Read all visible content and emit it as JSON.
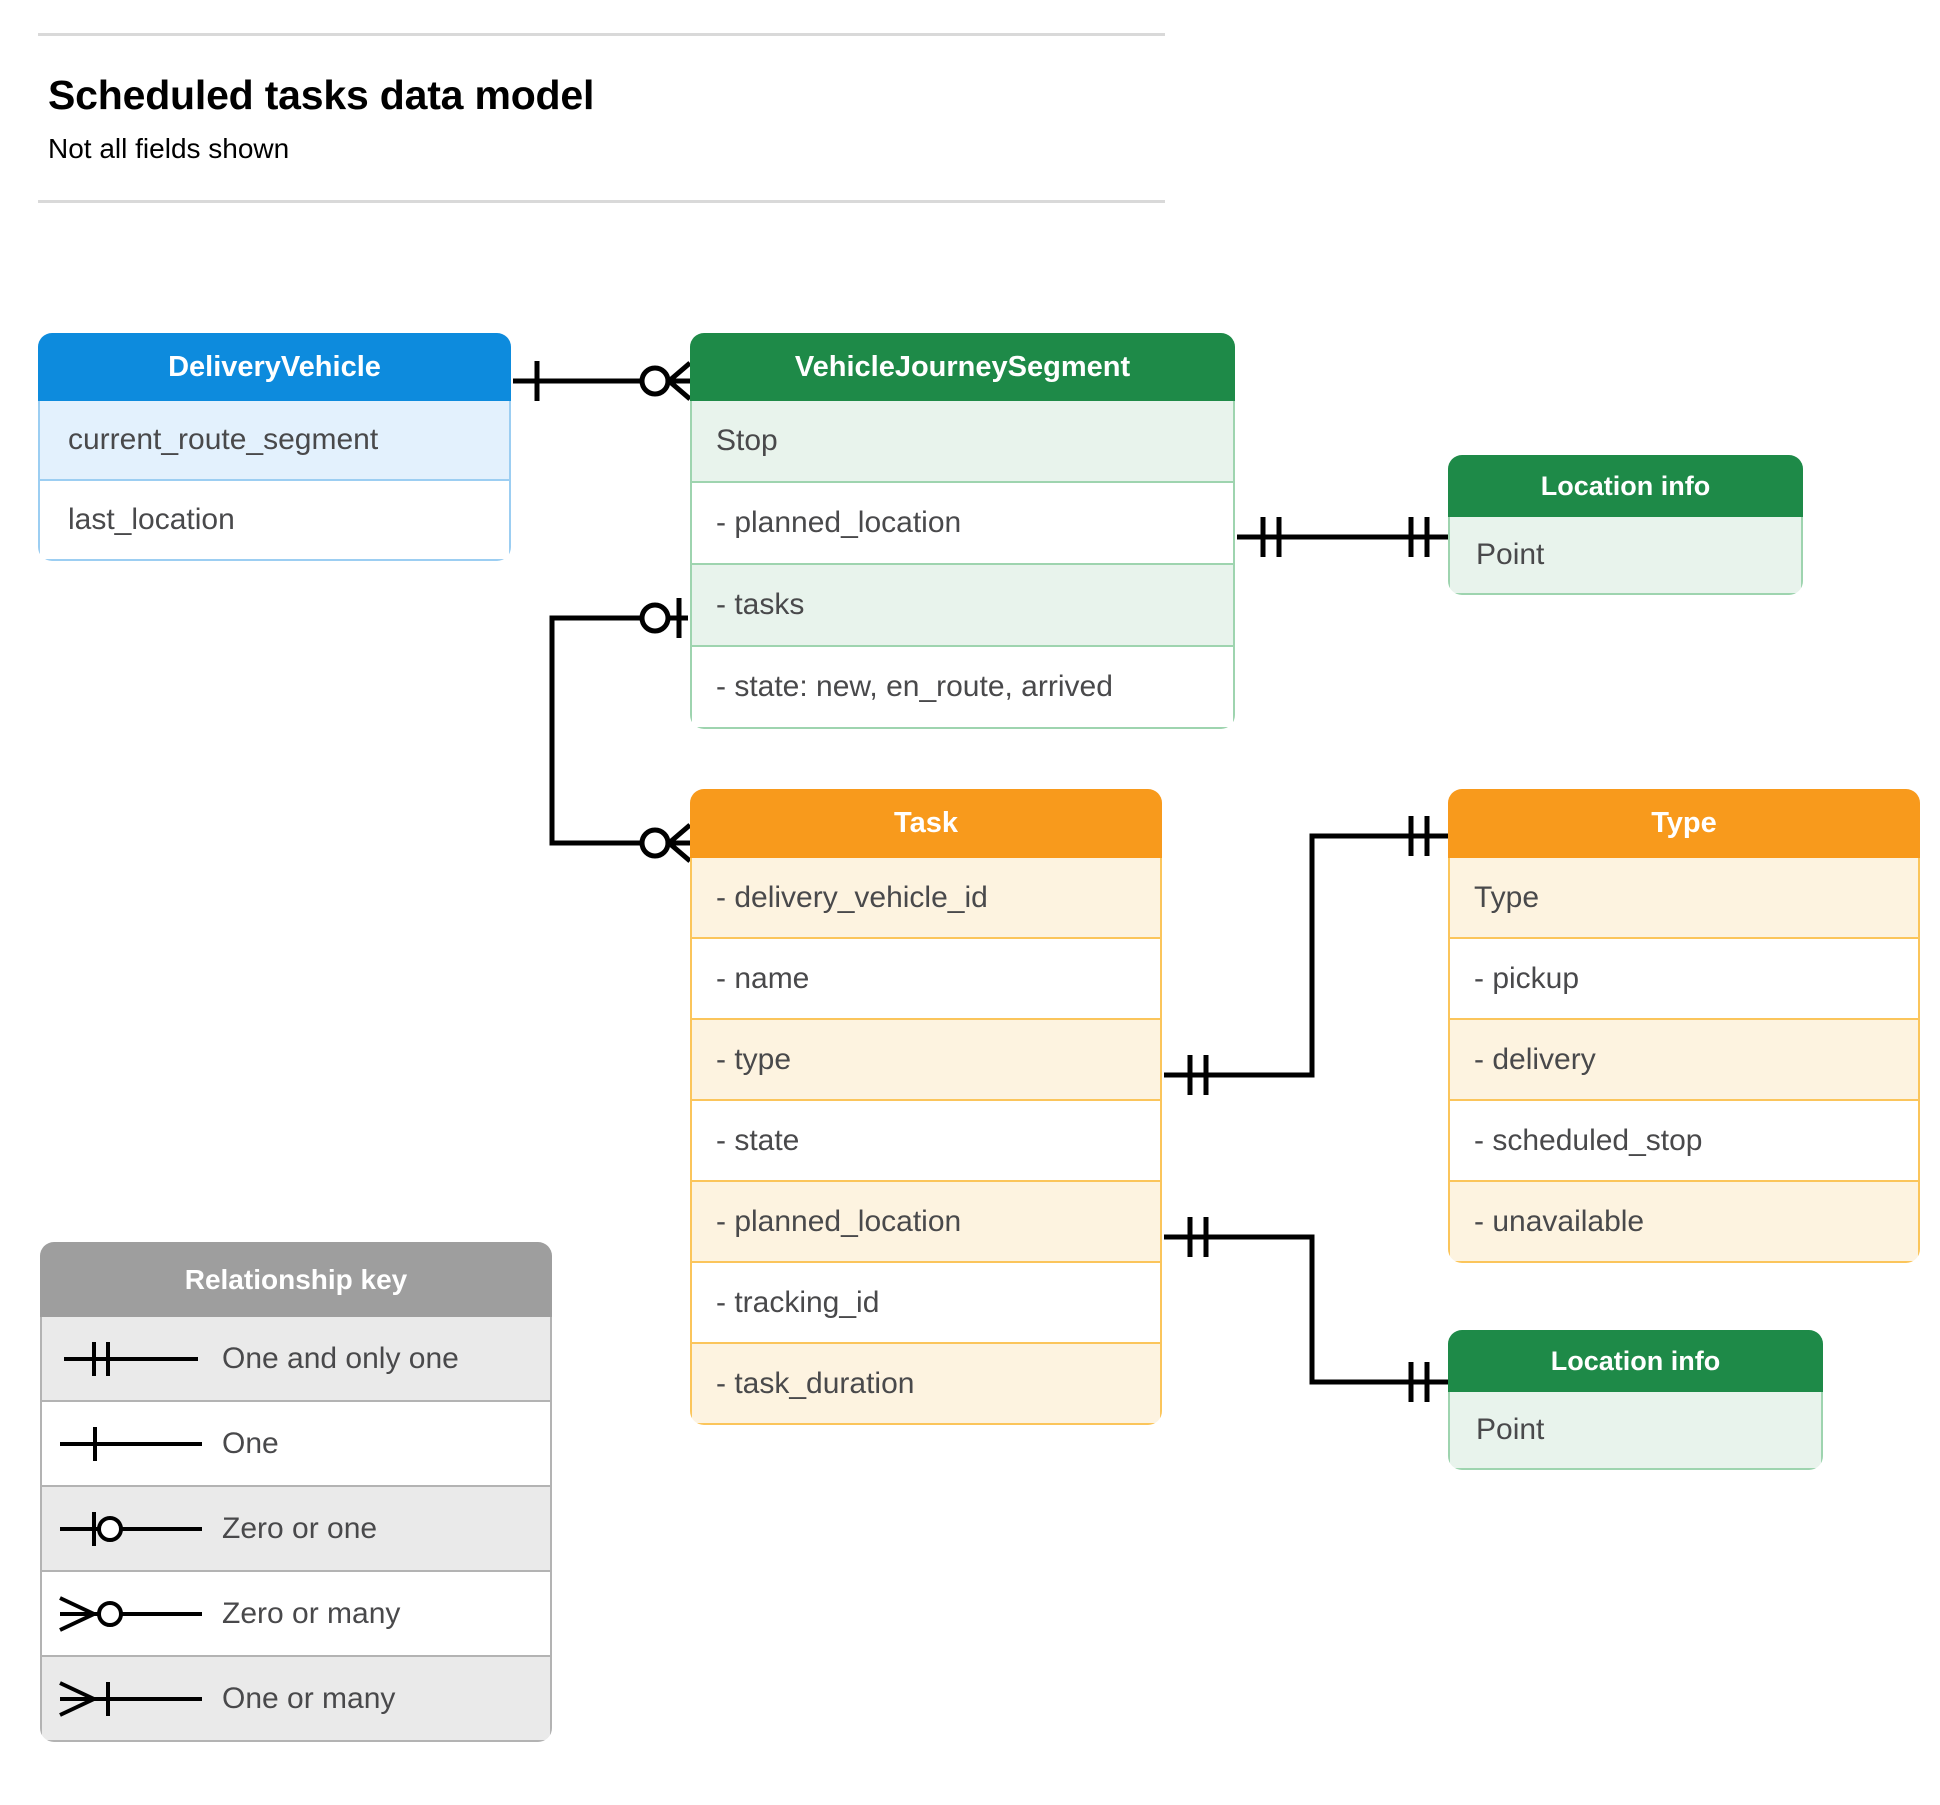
{
  "header": {
    "title": "Scheduled tasks data model",
    "subtitle": "Not all fields shown"
  },
  "colors": {
    "blue_header": "#0d8bdd",
    "blue_row_alt": "#e3f1fd",
    "blue_border": "#9ccef2",
    "green_header": "#1e8a48",
    "green_row_alt": "#e8f3ec",
    "green_border": "#9ed4af",
    "orange_header": "#f89a1c",
    "orange_row_alt": "#fdf3e0",
    "orange_border": "#fbc55b",
    "grey_header": "#9e9e9e",
    "grey_row_alt": "#eaeaea",
    "grey_border": "#b3b3b3",
    "text": "#49494b",
    "line": "#000000"
  },
  "entities": {
    "delivery_vehicle": {
      "title": "DeliveryVehicle",
      "rows": [
        {
          "label": "current_route_segment"
        },
        {
          "label": "last_location"
        }
      ]
    },
    "vehicle_journey_segment": {
      "title": "VehicleJourneySegment",
      "rows": [
        {
          "label": "Stop"
        },
        {
          "label": "-  planned_location"
        },
        {
          "label": "- tasks"
        },
        {
          "label": "- state: new, en_route, arrived"
        }
      ]
    },
    "location_info_top": {
      "title": "Location info",
      "rows": [
        {
          "label": "Point"
        }
      ]
    },
    "task": {
      "title": "Task",
      "rows": [
        {
          "label": "- delivery_vehicle_id"
        },
        {
          "label": "- name"
        },
        {
          "label": "- type"
        },
        {
          "label": "- state"
        },
        {
          "label": "- planned_location"
        },
        {
          "label": "- tracking_id"
        },
        {
          "label": "- task_duration"
        }
      ]
    },
    "type": {
      "title": "Type",
      "rows": [
        {
          "label": "Type"
        },
        {
          "label": "-   pickup"
        },
        {
          "label": "-   delivery"
        },
        {
          "label": "-   scheduled_stop"
        },
        {
          "label": "-   unavailable"
        }
      ]
    },
    "location_info_bottom": {
      "title": "Location info",
      "rows": [
        {
          "label": "Point"
        }
      ]
    }
  },
  "legend": {
    "title": "Relationship key",
    "items": [
      {
        "symbol": "one-and-only-one-icon",
        "label": "One and only one"
      },
      {
        "symbol": "one-icon",
        "label": "One"
      },
      {
        "symbol": "zero-or-one-icon",
        "label": "Zero or one"
      },
      {
        "symbol": "zero-or-many-icon",
        "label": "Zero or many"
      },
      {
        "symbol": "one-or-many-icon",
        "label": "One or many"
      }
    ]
  },
  "relationships": [
    {
      "from": "DeliveryVehicle",
      "from_cardinality": "One",
      "to": "VehicleJourneySegment",
      "to_cardinality": "Zero or many"
    },
    {
      "from": "VehicleJourneySegment.planned_location",
      "from_cardinality": "One and only one",
      "to": "Location info",
      "to_cardinality": "One and only one"
    },
    {
      "from": "VehicleJourneySegment.tasks",
      "from_cardinality": "Zero or one",
      "to": "Task",
      "to_cardinality": "Zero or many"
    },
    {
      "from": "Task.type",
      "from_cardinality": "One and only one",
      "to": "Type",
      "to_cardinality": "One and only one"
    },
    {
      "from": "Task.planned_location",
      "from_cardinality": "One and only one",
      "to": "Location info",
      "to_cardinality": "One and only one"
    }
  ]
}
